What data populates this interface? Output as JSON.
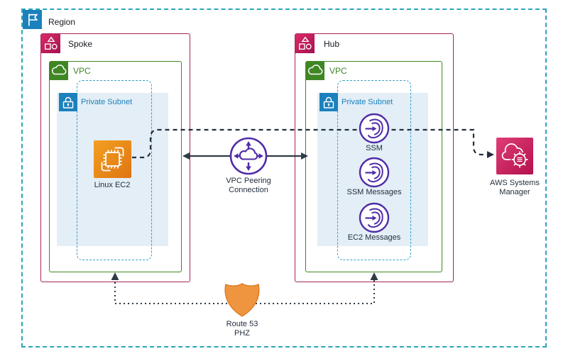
{
  "region": {
    "label": "Region"
  },
  "spoke": {
    "label": "Spoke",
    "vpc_label": "VPC",
    "subnet_label": "Private Subnet",
    "ec2_label": "Linux EC2"
  },
  "hub": {
    "label": "Hub",
    "vpc_label": "VPC",
    "subnet_label": "Private Subnet",
    "endpoints": [
      "SSM",
      "SSM Messages",
      "EC2 Messages"
    ]
  },
  "peering": {
    "line1": "VPC Peering",
    "line2": "Connection"
  },
  "systems_manager": {
    "line1": "AWS Systems",
    "line2": "Manager"
  },
  "route53": {
    "line1": "Route 53",
    "line2": "PHZ"
  },
  "colors": {
    "region_border": "#2aa6b8",
    "group_pink": "#a82358",
    "vpc_green": "#3f8624",
    "subnet_blue": "#1b81bc",
    "subnet_fill": "#e3eef6",
    "subnet_dash": "#35a0c0",
    "endpoint_purple": "#4f2da8",
    "ec2_orange": "#e8821c",
    "systems_manager_pink": "#c21e5c",
    "route53_orange": "#f0953f",
    "connector": "#2f3b45"
  }
}
